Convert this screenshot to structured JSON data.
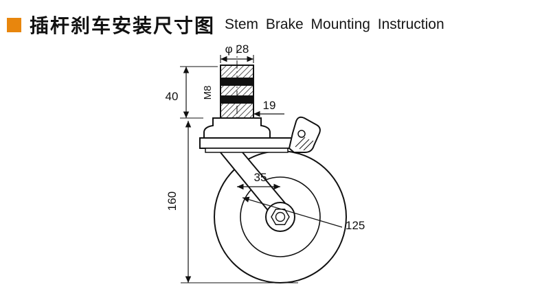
{
  "header": {
    "title_zh": "插杆刹车安装尺寸图",
    "title_en": "Stem Brake Mounting Instruction",
    "accent_color": "#E8860D"
  },
  "dimensions": {
    "stem_diameter": "φ 28",
    "stem_length": "40",
    "thread_spec": "M8",
    "stem_section": "19",
    "mount_height": "160",
    "swivel_offset": "35",
    "wheel_diameter": "125"
  }
}
